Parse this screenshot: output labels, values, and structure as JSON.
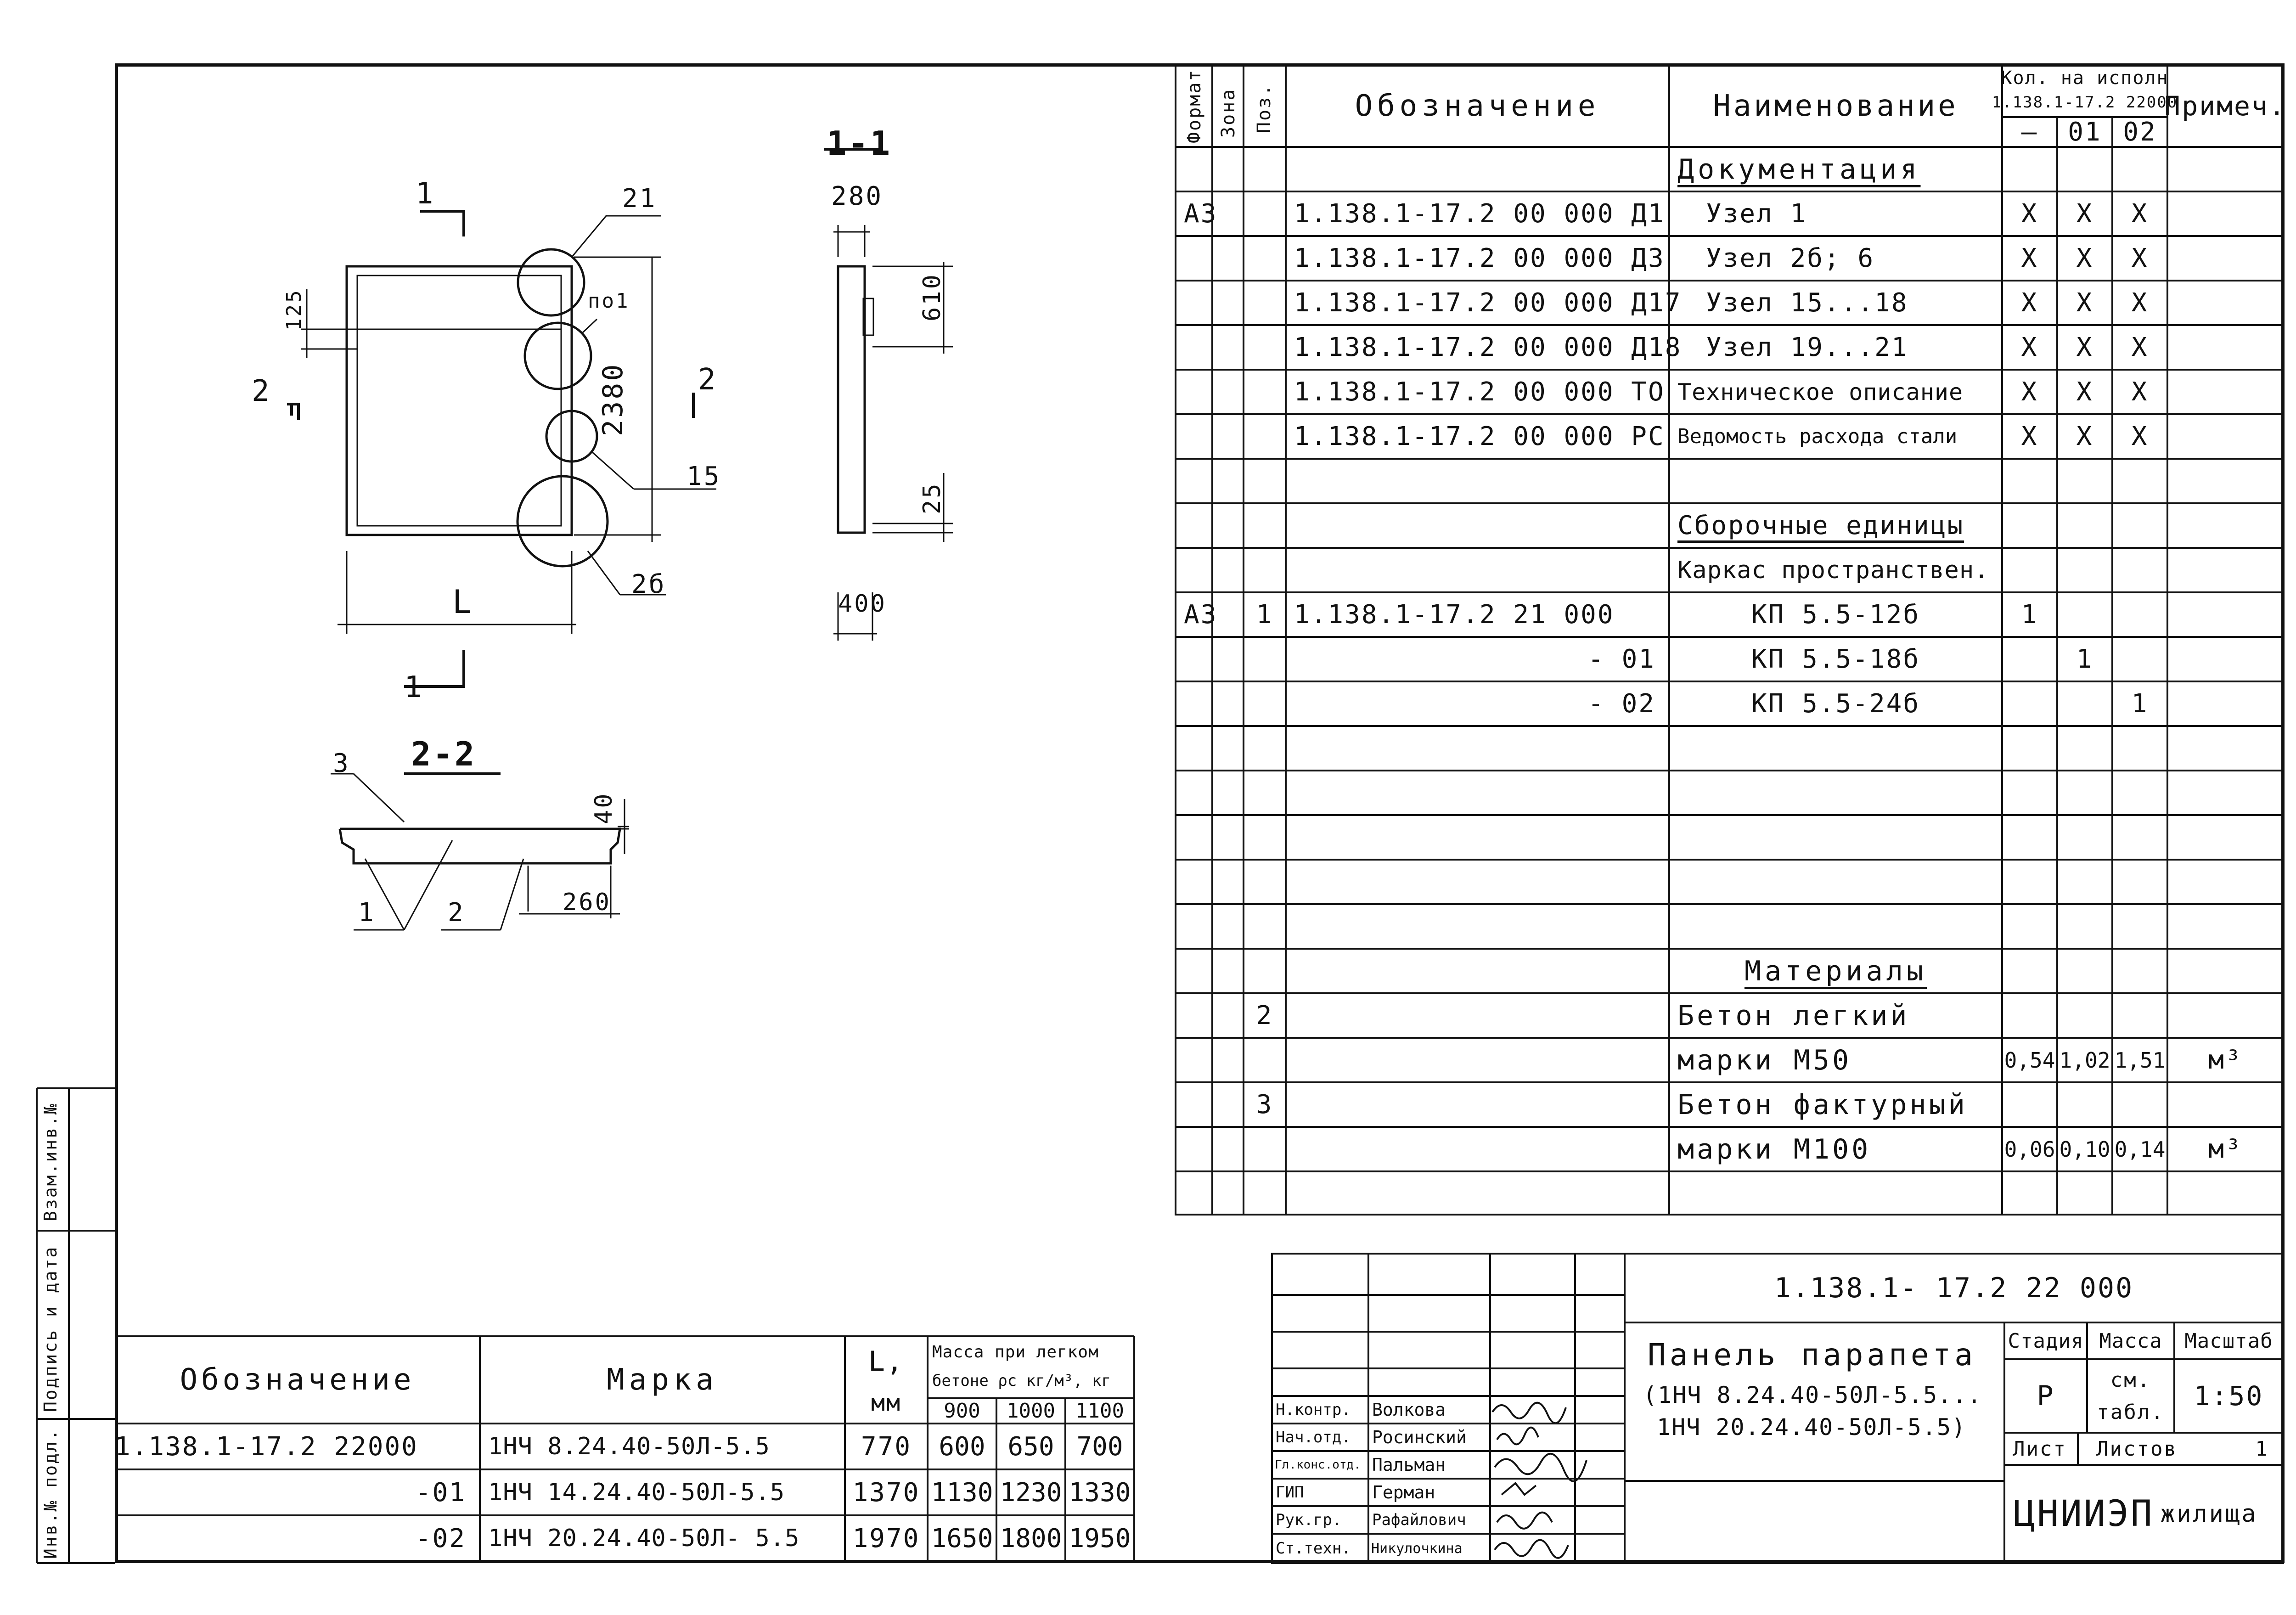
{
  "spec": {
    "headers": {
      "format": "Формат",
      "zone": "Зона",
      "pos": "Поз.",
      "designation": "Обозначение",
      "name": "Наименование",
      "qty_line1": "Кол. на исполн",
      "qty_line2": "1.138.1-17.2 22000",
      "qty_cols": [
        "—",
        "01",
        "02"
      ],
      "note": "Примеч."
    },
    "section_docs": "Документация",
    "docs": [
      {
        "format": "А3",
        "designation": "1.138.1-17.2   00 000 Д1",
        "name": "Узел 1",
        "q1": "X",
        "q2": "X",
        "q3": "X"
      },
      {
        "format": "",
        "designation": "1.138.1-17.2   00 000 Д3",
        "name": "Узел 2б; 6",
        "q1": "X",
        "q2": "X",
        "q3": "X"
      },
      {
        "format": "",
        "designation": "1.138.1-17.2   00 000 Д17",
        "name": "Узел 15...18",
        "q1": "X",
        "q2": "X",
        "q3": "X"
      },
      {
        "format": "",
        "designation": "1.138.1-17.2   00 000 Д18",
        "name": "Узел 19...21",
        "q1": "X",
        "q2": "X",
        "q3": "X"
      },
      {
        "format": "",
        "designation": "1.138.1-17.2   00 000 ТО",
        "name": "Техническое описание",
        "q1": "X",
        "q2": "X",
        "q3": "X"
      },
      {
        "format": "",
        "designation": "1.138.1-17.2   00 000 РС",
        "name": "Ведомость расхода стали",
        "q1": "X",
        "q2": "X",
        "q3": "X"
      }
    ],
    "section_units": "Сборочные единицы",
    "units_subtitle": "Каркас пространствен.",
    "units": [
      {
        "format": "А3",
        "pos": "1",
        "designation": "1.138.1-17.2  21 000",
        "name": "КП 5.5-12б",
        "q1": "1",
        "q2": "",
        "q3": ""
      },
      {
        "format": "",
        "pos": "",
        "designation": "- 01",
        "name": "КП 5.5-18б",
        "q1": "",
        "q2": "1",
        "q3": ""
      },
      {
        "format": "",
        "pos": "",
        "designation": "- 02",
        "name": "КП 5.5-24б",
        "q1": "",
        "q2": "",
        "q3": "1"
      }
    ],
    "section_materials": "Материалы",
    "materials": [
      {
        "pos": "2",
        "name": "Бетон легкий",
        "q1": "",
        "q2": "",
        "q3": "",
        "note": ""
      },
      {
        "pos": "",
        "name": "марки М50",
        "q1": "0,54",
        "q2": "1,02",
        "q3": "1,51",
        "note": "м³"
      },
      {
        "pos": "3",
        "name": "Бетон фактурный",
        "q1": "",
        "q2": "",
        "q3": "",
        "note": ""
      },
      {
        "pos": "",
        "name": "марки М100",
        "q1": "0,06",
        "q2": "0,10",
        "q3": "0,14",
        "note": "м³"
      }
    ]
  },
  "drawing": {
    "section_1_1": "1-1",
    "section_2_2": "2-2",
    "cut_mark_1": "1",
    "cut_mark_2": "2",
    "dim_280": "280",
    "dim_610": "610",
    "dim_2380": "2380",
    "dim_25": "25",
    "dim_400": "400",
    "dim_125": "125",
    "dim_40": "40",
    "dim_260": "260",
    "dim_L": "L",
    "callout_21": "21",
    "callout_po1": "по1",
    "callout_15": "15",
    "callout_2b": "2б",
    "leader_3": "3",
    "leader_1": "1",
    "leader_2": "2"
  },
  "marks_table": {
    "headers": {
      "designation": "Обозначение",
      "mark": "Марка",
      "length": "L,",
      "length_unit": "мм",
      "mass_line1": "Масса при легком",
      "mass_line2": "бетоне ρс кг/м³, кг",
      "densities": [
        "900",
        "1000",
        "1100"
      ]
    },
    "rows": [
      {
        "designation": "1.138.1-17.2   22000",
        "mark": "1НЧ  8.24.40-50Л-5.5",
        "L": "770",
        "m900": "600",
        "m1000": "650",
        "m1100": "700"
      },
      {
        "designation": "-01",
        "mark": "1НЧ 14.24.40-50Л-5.5",
        "L": "1370",
        "m900": "1130",
        "m1000": "1230",
        "m1100": "1330"
      },
      {
        "designation": "-02",
        "mark": "1НЧ 20.24.40-50Л- 5.5",
        "L": "1970",
        "m900": "1650",
        "m1000": "1800",
        "m1100": "1950"
      }
    ]
  },
  "stamp": {
    "doc_number": "1.138.1- 17.2    22 000",
    "title_line1": "Панель парапета",
    "title_line2": "(1НЧ 8.24.40-50Л-5.5...",
    "title_line3": "1НЧ 20.24.40-50Л-5.5)",
    "stage_label": "Стадия",
    "mass_label": "Масса",
    "scale_label": "Масштаб",
    "stage_value": "Р",
    "mass_value_1": "см.",
    "mass_value_2": "табл.",
    "scale_value": "1:50",
    "sheet_label": "Лист",
    "sheets_label": "Листов",
    "sheets_value": "1",
    "org": "ЦНИИЭП",
    "org_suffix": "жилища",
    "people": [
      {
        "role": "Н.контр.",
        "name": "Волкова"
      },
      {
        "role": "Нач.отд.",
        "name": "Росинский"
      },
      {
        "role": "Гл.конс.отд.",
        "name": "Пальман"
      },
      {
        "role": "ГИП",
        "name": "Герман"
      },
      {
        "role": "Рук.гр.",
        "name": "Рафайлович"
      },
      {
        "role": "Ст.техн.",
        "name": "Никулочкина"
      }
    ]
  },
  "left_margin": {
    "vzam": "Взам.инв.№",
    "podpis": "Подпись и дата",
    "inv": "Инв.№ подл."
  }
}
